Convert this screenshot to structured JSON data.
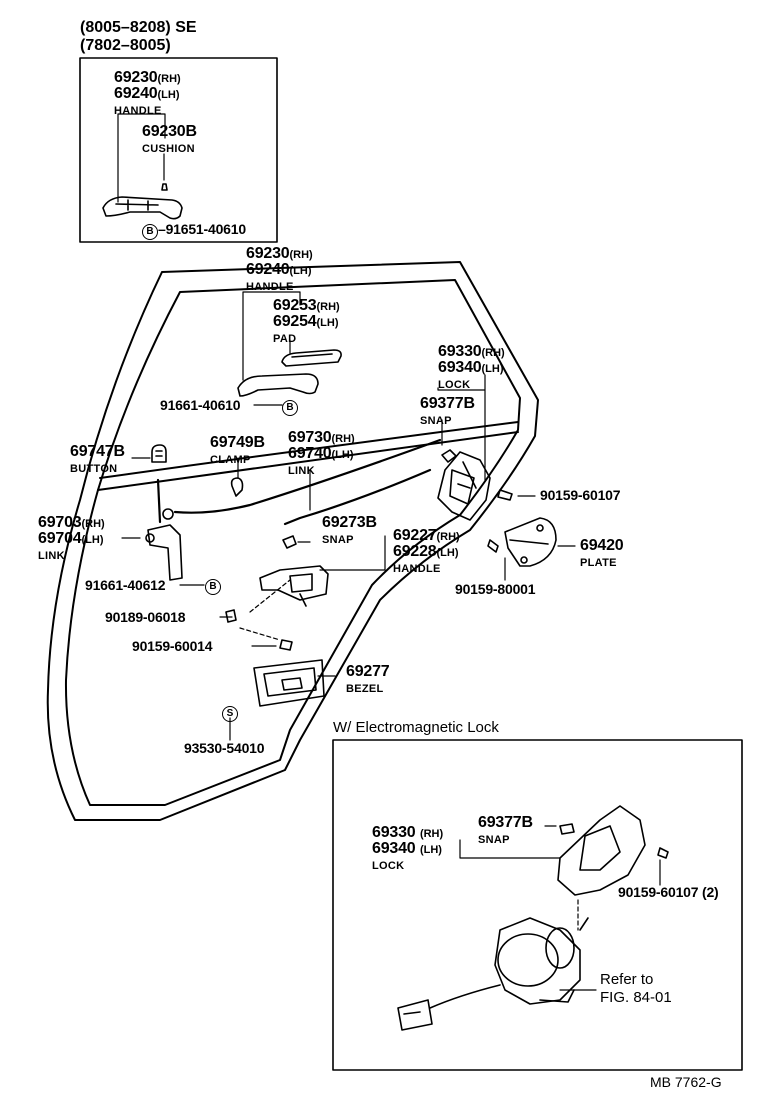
{
  "header": {
    "line1": "(8005–8208)  SE",
    "line2": "(7802–8005)"
  },
  "inset_se": {
    "handle": {
      "pn1": "69230",
      "q1": "(RH)",
      "pn2": "69240",
      "q2": "(LH)",
      "name": "HANDLE"
    },
    "cushion": {
      "pn": "69230B",
      "name": "CUSHION"
    },
    "screw": {
      "badge": "B",
      "pn": "–91651-40610"
    }
  },
  "main": {
    "handle_outer": {
      "pn1": "69230",
      "q1": "(RH)",
      "pn2": "69240",
      "q2": "(LH)",
      "name": "HANDLE"
    },
    "pad": {
      "pn1": "69253",
      "q1": "(RH)",
      "pn2": "69254",
      "q2": "(LH)",
      "name": "PAD"
    },
    "screw_handle": {
      "pn": "91661-40610",
      "badge": "B"
    },
    "lock": {
      "pn1": "69330",
      "q1": "(RH)",
      "pn2": "69340",
      "q2": "(LH)",
      "name": "LOCK"
    },
    "snap_lock": {
      "pn": "69377B",
      "name": "SNAP"
    },
    "button": {
      "pn": "69747B",
      "name": "BUTTON"
    },
    "clamp": {
      "pn": "69749B",
      "name": "CLAMP"
    },
    "link_main": {
      "pn1": "69730",
      "q1": "(RH)",
      "pn2": "69740",
      "q2": "(LH)",
      "name": "LINK"
    },
    "screw_lock": {
      "pn": "90159-60107"
    },
    "link_side": {
      "pn1": "69703",
      "q1": "(RH)",
      "pn2": "69704",
      "q2": "(LH)",
      "name": "LINK"
    },
    "snap_handle": {
      "pn": "69273B",
      "name": "SNAP"
    },
    "handle_inner": {
      "pn1": "69227",
      "q1": "(RH)",
      "pn2": "69228",
      "q2": "(LH)",
      "name": "HANDLE"
    },
    "plate": {
      "pn": "69420",
      "name": "PLATE"
    },
    "screw_plate": {
      "pn": "90159-80001"
    },
    "screw_link": {
      "pn": "91661-40612",
      "badge": "B"
    },
    "nut": {
      "pn": "90189-06018"
    },
    "screw_handle_inner": {
      "pn": "90159-60014"
    },
    "bezel": {
      "pn": "69277",
      "name": "BEZEL"
    },
    "screw_bezel": {
      "badge": "S",
      "pn": "93530-54010"
    }
  },
  "inset_em": {
    "title": "W/ Electromagnetic Lock",
    "lock": {
      "pn1": "69330",
      "q1": "(RH)",
      "pn2": "69340",
      "q2": "(LH)",
      "name": "LOCK"
    },
    "snap": {
      "pn": "69377B",
      "name": "SNAP"
    },
    "screw": {
      "pn": "90159-60107 (2)"
    },
    "refer1": "Refer to",
    "refer2": "FIG. 84-01"
  },
  "footer": {
    "code": "MB  7762-G"
  }
}
